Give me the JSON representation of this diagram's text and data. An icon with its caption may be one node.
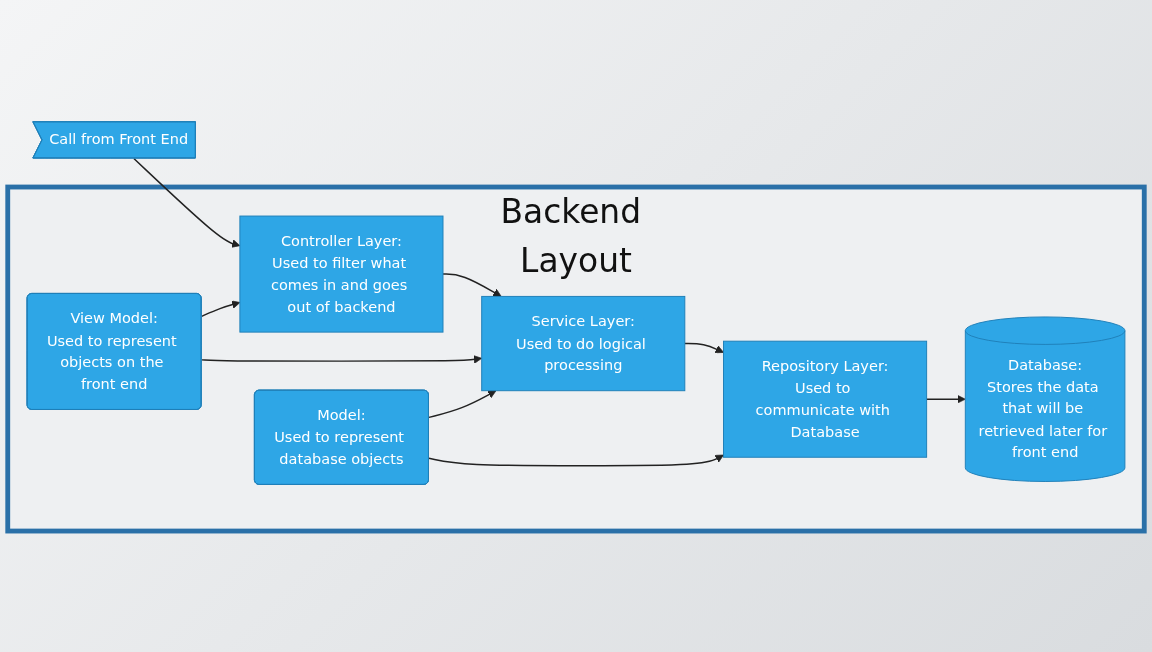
{
  "diagram": {
    "nodes": [
      {
        "text": [
          "Backend Layout"
        ]
      },
      {
        "text": [
          "Call from Front End"
        ]
      },
      {
        "text": [
          "Controller Layer:",
          "Used to filter what comes in and goes out of backend"
        ],
        "in": 0
      },
      {
        "text": [
          "Service Layer:",
          "Used to do logical processing"
        ],
        "in": 0
      },
      {
        "text": [
          "Repository Layer:",
          "Used to communicate with Database"
        ],
        "in": 0
      },
      {
        "text": [
          "Database:",
          "Stores the data that will be retrieved later for front end"
        ],
        "in": 0
      },
      {
        "text": [
          "View Model:",
          "Used to represent objects on the front end"
        ],
        "in": 0
      },
      {
        "text": [
          "Model:",
          "Used to represent database objects"
        ],
        "in": 0
      }
    ],
    "edges": [
      {
        "from": 1,
        "to": 2,
        "arrow": "to"
      },
      {
        "from": 2,
        "to": 3,
        "arrow": "to"
      },
      {
        "from": 3,
        "to": 4,
        "arrow": "to"
      },
      {
        "from": 4,
        "to": 5,
        "arrow": "to"
      },
      {
        "from": 6,
        "to": 2,
        "arrow": "to"
      },
      {
        "from": 6,
        "to": 3,
        "arrow": "to"
      },
      {
        "from": 7,
        "to": 3,
        "arrow": "to"
      },
      {
        "from": 7,
        "to": 4,
        "arrow": "to"
      }
    ]
  }
}
